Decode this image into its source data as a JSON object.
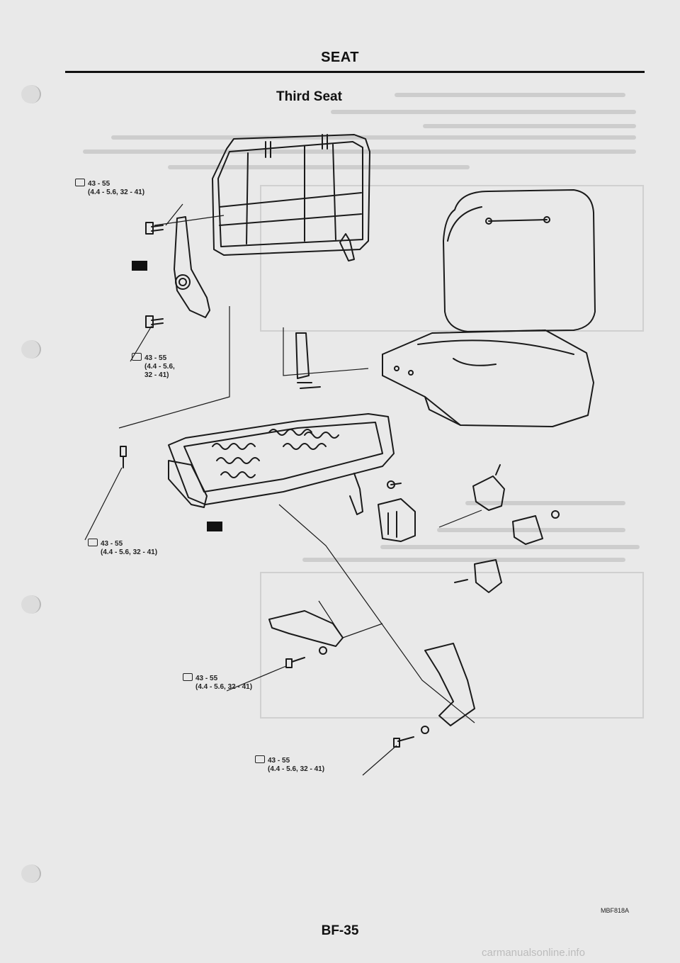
{
  "header": {
    "section": "SEAT",
    "title": "Third Seat"
  },
  "torque_specs": [
    {
      "line1": "43 - 55",
      "line2": "(4.4 - 5.6, 32 - 41)"
    },
    {
      "line1": "43 - 55",
      "line2": "(4.4 - 5.6,",
      "line3": "32 - 41)"
    },
    {
      "line1": "43 - 55",
      "line2": "(4.4 - 5.6, 32 - 41)"
    },
    {
      "line1": "43 - 55",
      "line2": "(4.4 - 5.6, 32 - 41)"
    },
    {
      "line1": "43 - 55",
      "line2": "(4.4 - 5.6, 32 - 41)"
    }
  ],
  "icons": [
    "torque-wrench-icon",
    "seat-lever-icon"
  ],
  "figure_code": "MBF818A",
  "page_number": "BF-35",
  "watermark": "carmanualsonline.info",
  "colors": {
    "paper": "#e9e9e9",
    "ink": "#111111"
  }
}
